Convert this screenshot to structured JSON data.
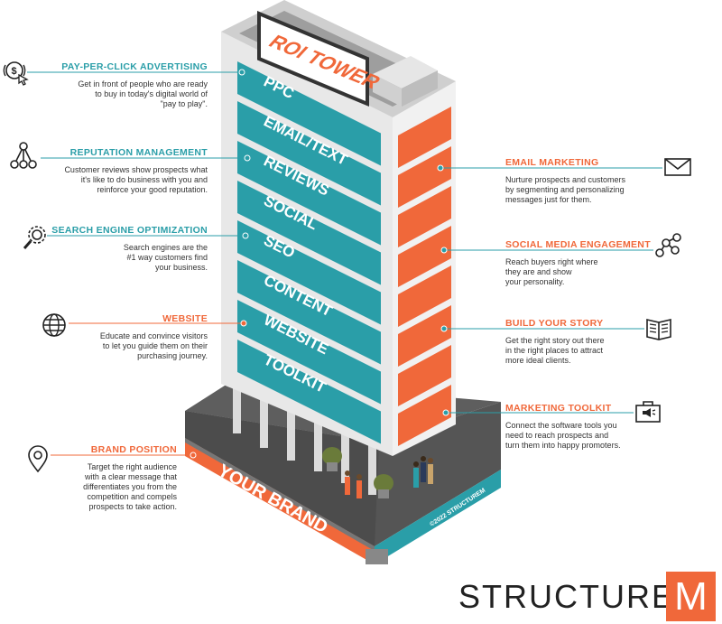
{
  "colors": {
    "teal": "#2a9ea8",
    "orange": "#f0683a",
    "dark": "#4a4a4a",
    "wall": "#e8e8e8",
    "text": "#333333"
  },
  "tower": {
    "sign": "ROI TOWER",
    "floors": [
      "PPC",
      "EMAIL/TEXT",
      "REVIEWS",
      "SOCIAL",
      "SEO",
      "CONTENT",
      "WEBSITE",
      "TOOLKIT"
    ],
    "base_label": "YOUR BRAND",
    "copyright": "©2022 STRUCTUREM"
  },
  "left_callouts": [
    {
      "icon": "dollar-cursor-icon",
      "title": "PAY-PER-CLICK ADVERTISING",
      "body": [
        "Get in front of people who are ready",
        "to buy in today's digital world of",
        "\"pay to play\"."
      ]
    },
    {
      "icon": "network-icon",
      "title": "REPUTATION MANAGEMENT",
      "body": [
        "Customer reviews show prospects what",
        "it's like to do business with you and",
        "reinforce your good reputation."
      ]
    },
    {
      "icon": "gear-search-icon",
      "title": "SEARCH ENGINE OPTIMIZATION",
      "body": [
        "Search engines are the",
        "#1 way customers find",
        "your business."
      ]
    },
    {
      "icon": "globe-icon",
      "title": "WEBSITE",
      "body": [
        "Educate and convince visitors",
        "to let you guide them on their",
        "purchasing journey."
      ]
    },
    {
      "icon": "location-pin-icon",
      "title": "BRAND POSITION",
      "body": [
        "Target the right audience",
        "with a clear message that",
        "differentiates you from the",
        "competition and compels",
        "prospects to take action."
      ]
    }
  ],
  "right_callouts": [
    {
      "icon": "envelope-icon",
      "title": "EMAIL MARKETING",
      "body": [
        "Nurture prospects and customers",
        "by segmenting and personalizing",
        "messages just for them."
      ]
    },
    {
      "icon": "social-share-icon",
      "title": "SOCIAL MEDIA ENGAGEMENT",
      "body": [
        "Reach buyers right where",
        "they are and show",
        "your personality."
      ]
    },
    {
      "icon": "open-book-icon",
      "title": "BUILD YOUR STORY",
      "body": [
        "Get the right story out there",
        "in the right places to attract",
        "more ideal clients."
      ]
    },
    {
      "icon": "toolbox-icon",
      "title": "MARKETING TOOLKIT",
      "body": [
        "Connect the software tools you",
        "need to reach prospects and",
        "turn them into happy promoters."
      ]
    }
  ],
  "logo": {
    "word": "STRUCTURE",
    "mark": "M"
  }
}
